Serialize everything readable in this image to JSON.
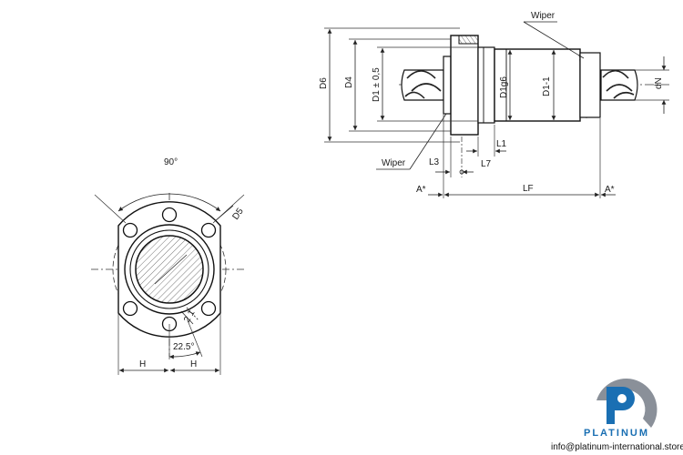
{
  "labels": {
    "angle_90": "90°",
    "d5": "D5",
    "angle_22_5": "22.5°",
    "h_left": "H",
    "h_right": "H",
    "d6": "D6",
    "d4": "D4",
    "d1_tol": "D1 ± 0,5",
    "d1g6": "D1g6",
    "d1_1": "D1-1",
    "dn": "dN",
    "wiper_top": "Wiper",
    "wiper_bottom": "Wiper",
    "l1": "L1",
    "l3": "L3",
    "l7": "L7",
    "lf": "LF",
    "a_left": "A*",
    "a_right": "A*"
  },
  "brand": {
    "name": "PLATINUM",
    "email": "info@platinum-international.store",
    "colors": {
      "blue": "#1a6fb3",
      "grey": "#8a9099"
    }
  }
}
